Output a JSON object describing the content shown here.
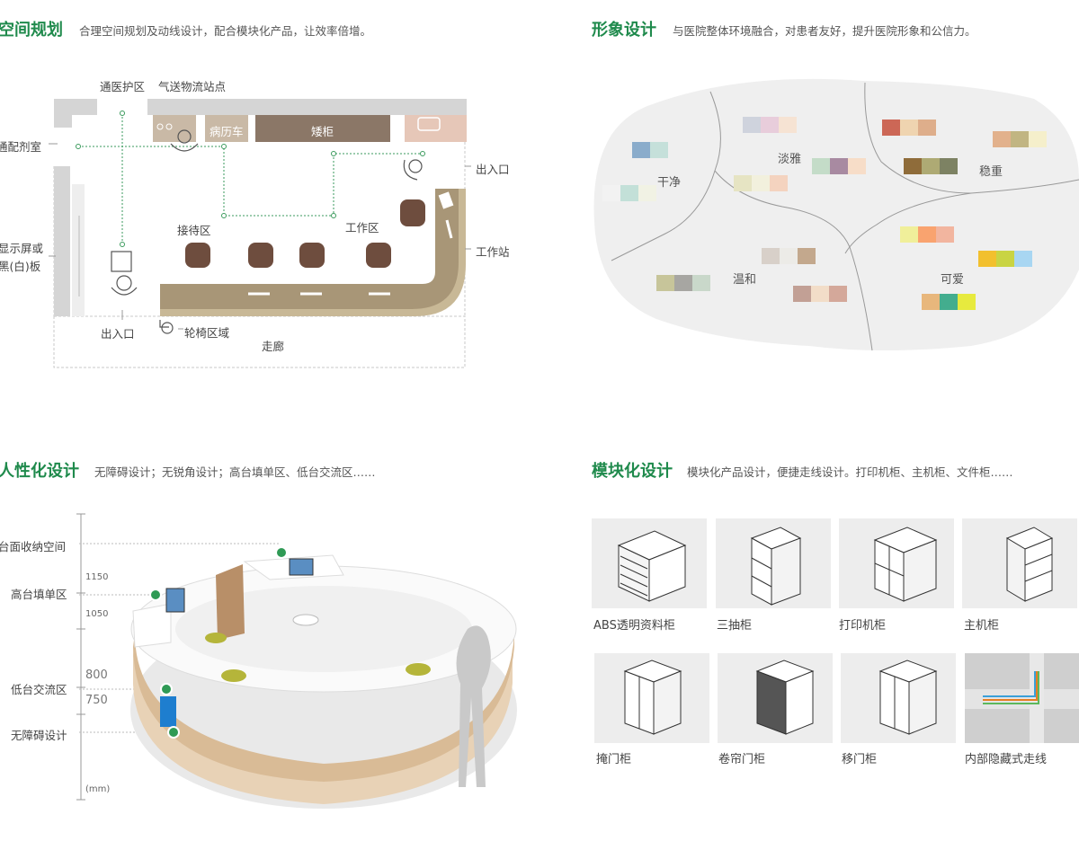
{
  "sections": {
    "space": {
      "title": "空间规划",
      "desc": "合理空间规划及动线设计，配合模块化产品，让效率倍增。"
    },
    "image": {
      "title": "形象设计",
      "desc": "与医院整体环境融合，对患者友好，提升医院形象和公信力。"
    },
    "human": {
      "title": "人性化设计",
      "desc": "无障碍设计；无锐角设计；高台填单区、低台交流区……"
    },
    "module": {
      "title": "模块化设计",
      "desc": "模块化产品设计，便捷走线设计。打印机柜、主机柜、文件柜……"
    }
  },
  "floorplan": {
    "labels": {
      "medical_path": "通医护区",
      "tube_station": "气送物流站点",
      "dispensary": "通配剂室",
      "records_cart": "病历车",
      "low_cabinet": "矮柜",
      "entrance_right": "出入口",
      "display_board_1": "显示屏或",
      "display_board_2": "黑(白)板",
      "reception": "接待区",
      "work_area": "工作区",
      "workstation": "工作站",
      "entrance_left": "出入口",
      "wheelchair": "轮椅区域",
      "corridor": "走廊"
    }
  },
  "mood": {
    "labels": {
      "clean": "干净",
      "elegant": "淡雅",
      "steady": "稳重",
      "gentle": "温和",
      "cute": "可爱"
    },
    "palettes": {
      "clean_a": [
        "#8aaccb",
        "#c5e0da"
      ],
      "clean_b": [
        "#f2f2f2",
        "#c3e0d8",
        "#f1f2e4"
      ],
      "elegant_a": [
        "#cfd3dd",
        "#e8cddb",
        "#f6e3d3"
      ],
      "elegant_b": [
        "#c4dcc8",
        "#a88aa1",
        "#f7ddc8"
      ],
      "elegant_c": [
        "#e6e4c3",
        "#f2f0dd",
        "#f4d3bf"
      ],
      "steady_a": [
        "#cc6756",
        "#efd4b0",
        "#deae8b"
      ],
      "steady_b": [
        "#8f6c3a",
        "#aeaa74",
        "#7d8263"
      ],
      "steady_c": [
        "#e2b18c",
        "#c1b582",
        "#f5efcb"
      ],
      "gentle_a": [
        "#d8d0c9",
        "#ecebe7",
        "#c3a88d"
      ],
      "gentle_b": [
        "#c7c59a",
        "#a7a6a2",
        "#c9d8ca"
      ],
      "gentle_c": [
        "#c2a095",
        "#f2ddc8",
        "#d4a89a"
      ],
      "cute_a": [
        "#f0ef9a",
        "#f9a36f",
        "#f2b59f"
      ],
      "cute_b": [
        "#f2c02e",
        "#c9d443",
        "#a8d6f2"
      ],
      "cute_c": [
        "#e8b77c",
        "#43ad8e",
        "#e7ea3e"
      ]
    }
  },
  "human": {
    "callouts": {
      "storage": "台面收纳空间",
      "high_counter": "高台填单区",
      "low_counter": "低台交流区",
      "barrier_free": "无障碍设计"
    },
    "dims": {
      "d1150": "1150",
      "d1050": "1050",
      "d800": "800",
      "d750": "750",
      "unit": "(mm)"
    }
  },
  "modules": {
    "items": [
      {
        "label": "ABS透明资料柜"
      },
      {
        "label": "三抽柜"
      },
      {
        "label": "打印机柜"
      },
      {
        "label": "主机柜"
      },
      {
        "label": "掩门柜"
      },
      {
        "label": "卷帘门柜"
      },
      {
        "label": "移门柜"
      },
      {
        "label": "内部隐藏式走线"
      }
    ]
  },
  "colors": {
    "accent_green": "#1f8a4c",
    "wood": "#a89677",
    "chair": "#6e4d3e"
  }
}
